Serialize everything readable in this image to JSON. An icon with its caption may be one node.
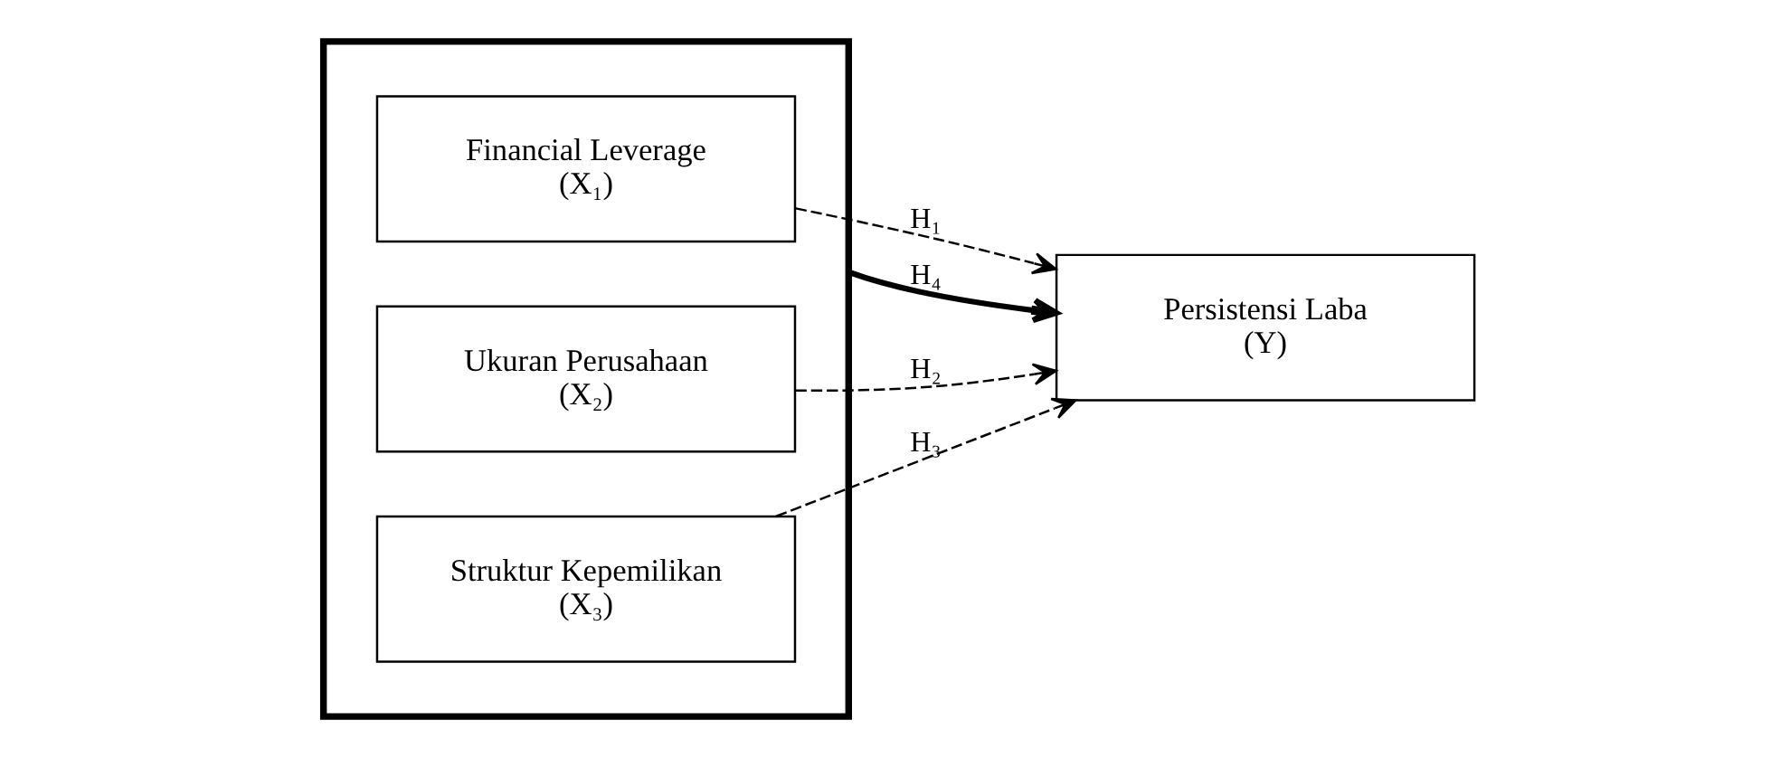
{
  "diagram": {
    "nodes": [
      {
        "text": [],
        "shape": "box"
      },
      {
        "text": [
          "Financial Leverage",
          "(X₁)"
        ],
        "in": 0
      },
      {
        "text": [
          "Ukuran Perusahaan",
          "(X₂)"
        ],
        "in": 0
      },
      {
        "text": [
          "Struktur Kepemilikan",
          "(X₃)"
        ],
        "in": 0
      },
      {
        "text": [
          "Persistensi Laba",
          "(Y)"
        ]
      }
    ],
    "edges": [
      {
        "from": 1,
        "to": 4,
        "arrow": "to",
        "label": "H₁",
        "style": "dashed"
      },
      {
        "from": 0,
        "to": 4,
        "arrow": "to",
        "label": "H₄",
        "style": "thick"
      },
      {
        "from": 2,
        "to": 4,
        "arrow": "to",
        "label": "H₂",
        "style": "dashed"
      },
      {
        "from": 3,
        "to": 4,
        "arrow": "to",
        "label": "H₃",
        "style": "dashed"
      }
    ]
  }
}
